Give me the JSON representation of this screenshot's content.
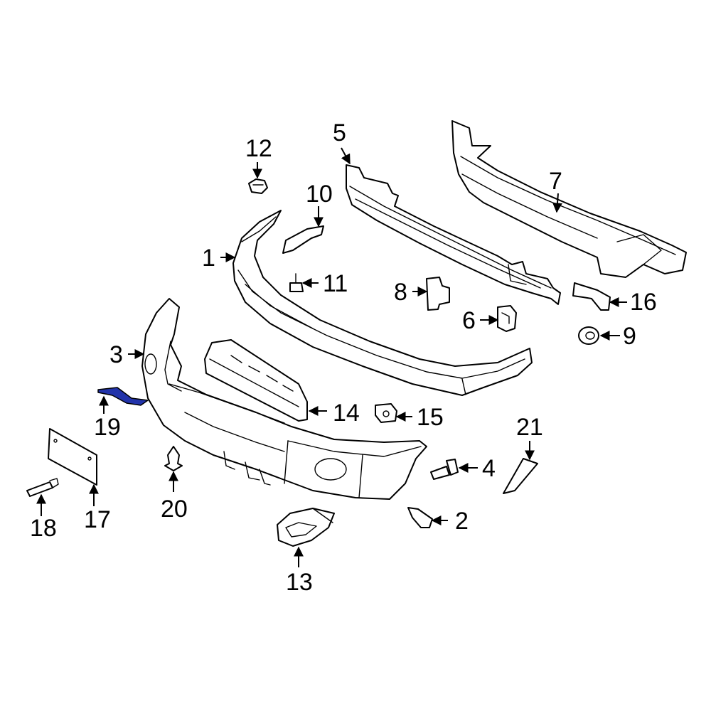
{
  "highlight_color": "#2233aa",
  "callouts": {
    "c1": "1",
    "c2": "2",
    "c3": "3",
    "c4": "4",
    "c5": "5",
    "c6": "6",
    "c7": "7",
    "c8": "8",
    "c9": "9",
    "c10": "10",
    "c11": "11",
    "c12": "12",
    "c13": "13",
    "c14": "14",
    "c15": "15",
    "c16": "16",
    "c17": "17",
    "c18": "18",
    "c19": "19",
    "c20": "20",
    "c21": "21"
  },
  "highlighted_part": "19"
}
